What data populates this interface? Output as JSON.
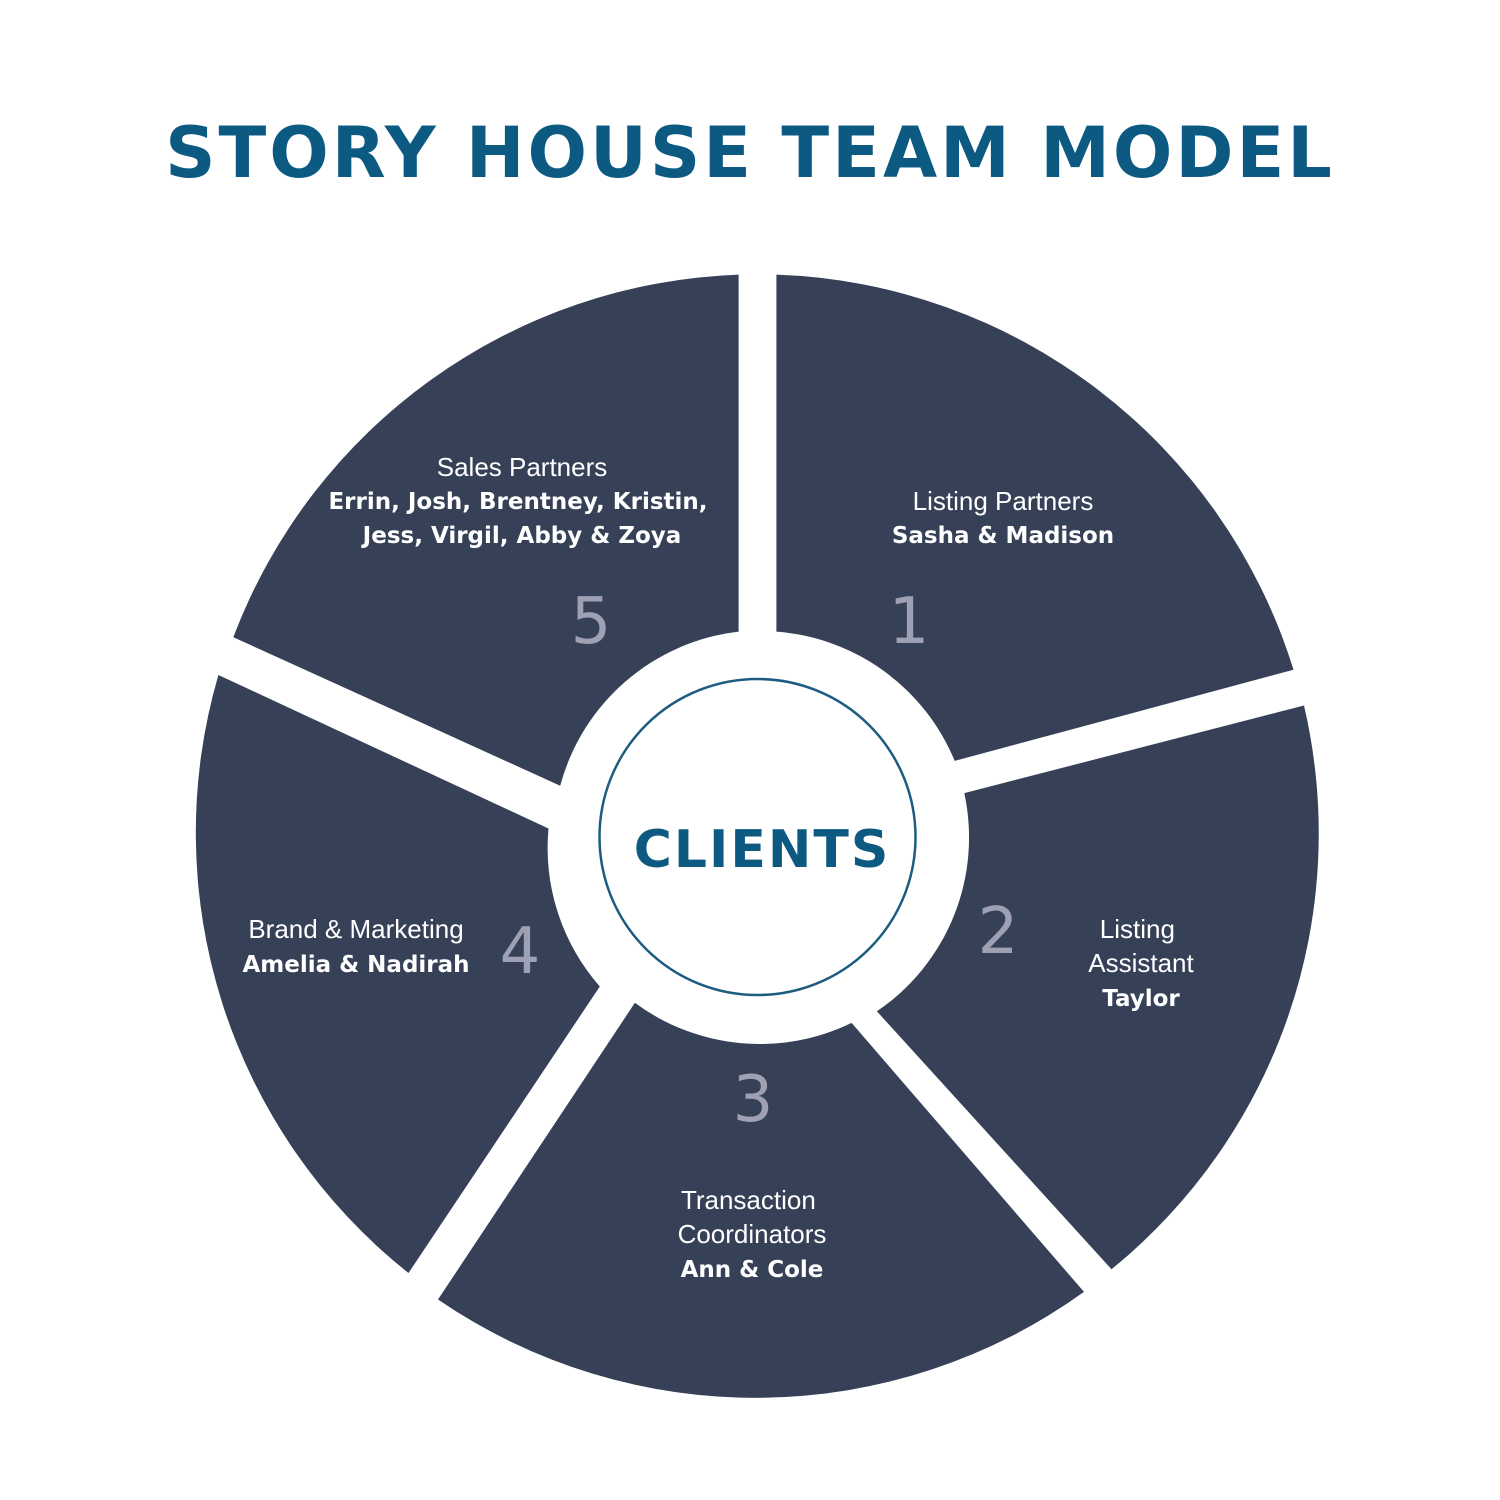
{
  "title": "STORY HOUSE TEAM MODEL",
  "hub": {
    "label": "CLIENTS"
  },
  "colors": {
    "title": "#0c5a82",
    "segment": "#364057",
    "segment_text": "#ffffff",
    "number": "#9ea1b3",
    "hub_ring": "#1d5c80",
    "hub_text": "#0c5a82",
    "background": "#ffffff"
  },
  "segments": [
    {
      "number": "1",
      "role_lines": [
        "Listing Partners"
      ],
      "member_lines": [
        "Sasha & Madison"
      ]
    },
    {
      "number": "2",
      "role_lines": [
        "Listing",
        "Assistant"
      ],
      "member_lines": [
        "Taylor"
      ]
    },
    {
      "number": "3",
      "role_lines": [
        "Transaction",
        "Coordinators"
      ],
      "member_lines": [
        "Ann & Cole"
      ]
    },
    {
      "number": "4",
      "role_lines": [
        "Brand & Marketing"
      ],
      "member_lines": [
        "Amelia & Nadirah"
      ]
    },
    {
      "number": "5",
      "role_lines": [
        "Sales Partners"
      ],
      "member_lines": [
        "Errin, Josh, Brentney, Kristin,",
        "Jess, Virgil, Abby & Zoya"
      ]
    }
  ]
}
